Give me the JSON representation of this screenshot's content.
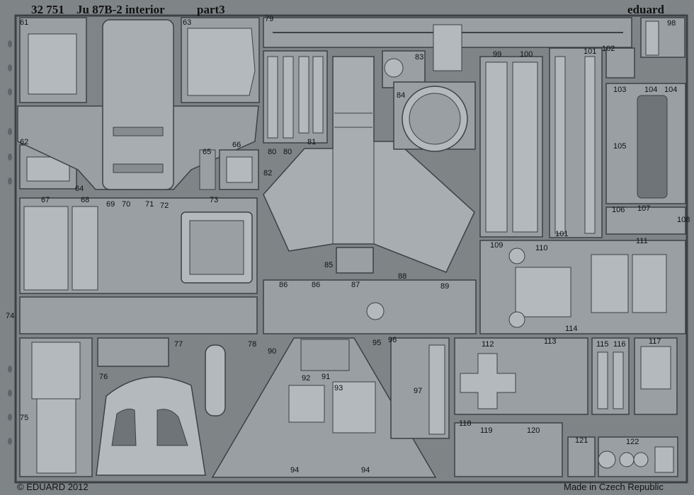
{
  "sheet": {
    "code": "32 751",
    "title": "Ju 87B-2 interior",
    "part": "part3",
    "brand": "eduard",
    "copyright": "© EDUARD 2012",
    "origin": "Made in Czech Republic"
  },
  "colors": {
    "background": "#7f8487",
    "part_fill": "#9a9fa3",
    "part_light": "#b4b9bd",
    "outline": "#3d4145",
    "text": "#111111"
  },
  "part_numbers": [
    "61",
    "62",
    "63",
    "64",
    "65",
    "66",
    "67",
    "68",
    "69",
    "70",
    "71",
    "72",
    "73",
    "74",
    "75",
    "76",
    "77",
    "78",
    "79",
    "80",
    "80",
    "81",
    "82",
    "83",
    "84",
    "85",
    "86",
    "86",
    "87",
    "88",
    "89",
    "90",
    "91",
    "92",
    "93",
    "94",
    "94",
    "95",
    "96",
    "97",
    "98",
    "99",
    "100",
    "101",
    "101",
    "102",
    "103",
    "104",
    "104",
    "105",
    "106",
    "107",
    "108",
    "109",
    "110",
    "111",
    "112",
    "113",
    "114",
    "115",
    "116",
    "117",
    "118",
    "119",
    "120",
    "121",
    "122"
  ]
}
